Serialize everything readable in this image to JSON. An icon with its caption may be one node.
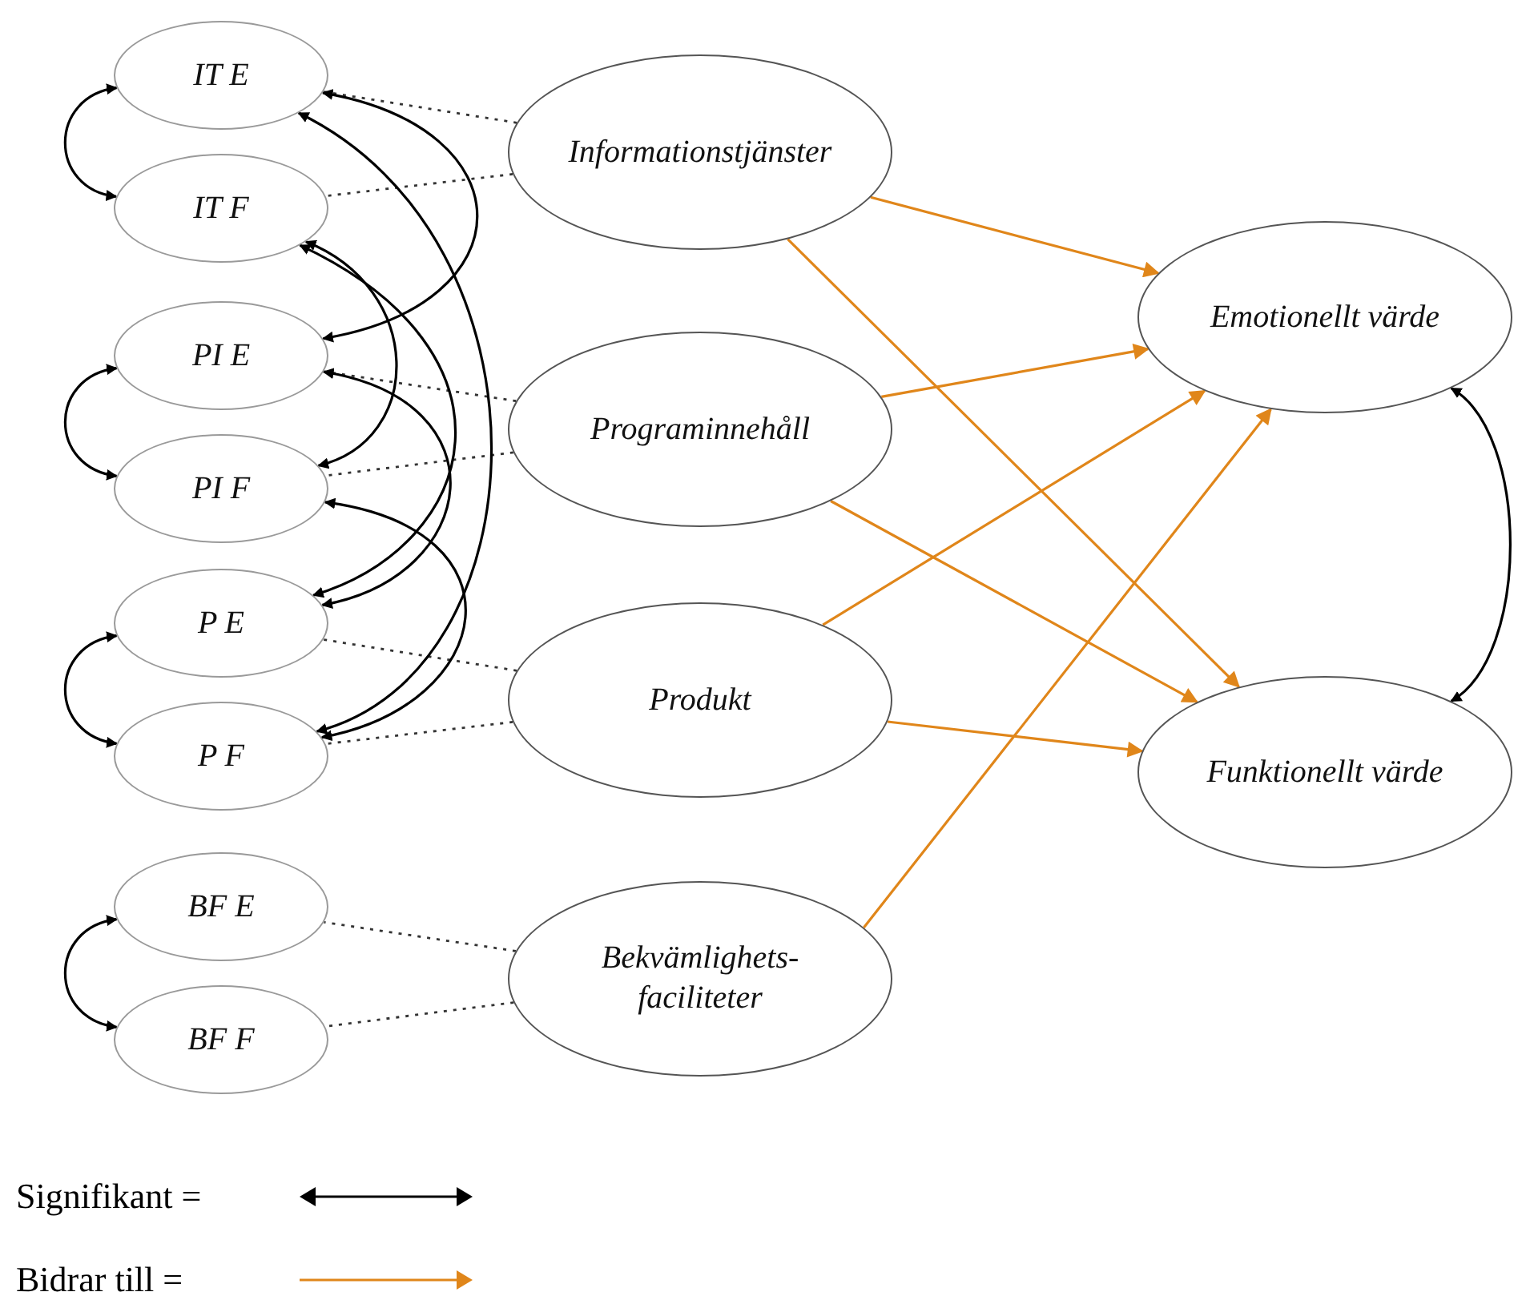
{
  "diagram": {
    "nodes": [
      {
        "text": [
          "IT E"
        ]
      },
      {
        "text": [
          "IT F"
        ]
      },
      {
        "text": [
          "PI E"
        ]
      },
      {
        "text": [
          "PI F"
        ]
      },
      {
        "text": [
          "P E"
        ]
      },
      {
        "text": [
          "P F"
        ]
      },
      {
        "text": [
          "BF E"
        ]
      },
      {
        "text": [
          "BF F"
        ]
      },
      {
        "text": [
          "Informationstjänster"
        ]
      },
      {
        "text": [
          "Programinnehåll"
        ]
      },
      {
        "text": [
          "Produkt"
        ]
      },
      {
        "text": [
          "Bekvämlighets- faciliteter"
        ]
      },
      {
        "text": [
          "Emotionellt värde"
        ]
      },
      {
        "text": [
          "Funktionellt värde"
        ]
      }
    ],
    "edges": [
      {
        "from": 8,
        "to": 0,
        "arrow": "none",
        "style": "dashed"
      },
      {
        "from": 8,
        "to": 1,
        "arrow": "none",
        "style": "dashed"
      },
      {
        "from": 9,
        "to": 2,
        "arrow": "none",
        "style": "dashed"
      },
      {
        "from": 9,
        "to": 3,
        "arrow": "none",
        "style": "dashed"
      },
      {
        "from": 10,
        "to": 4,
        "arrow": "none",
        "style": "dashed"
      },
      {
        "from": 10,
        "to": 5,
        "arrow": "none",
        "style": "dashed"
      },
      {
        "from": 11,
        "to": 6,
        "arrow": "none",
        "style": "dashed"
      },
      {
        "from": 11,
        "to": 7,
        "arrow": "none",
        "style": "dashed"
      },
      {
        "from": 8,
        "to": 12,
        "arrow": "to",
        "color": "#e0861a"
      },
      {
        "from": 8,
        "to": 13,
        "arrow": "to",
        "color": "#e0861a"
      },
      {
        "from": 9,
        "to": 12,
        "arrow": "to",
        "color": "#e0861a"
      },
      {
        "from": 9,
        "to": 13,
        "arrow": "to",
        "color": "#e0861a"
      },
      {
        "from": 10,
        "to": 12,
        "arrow": "to",
        "color": "#e0861a"
      },
      {
        "from": 10,
        "to": 13,
        "arrow": "to",
        "color": "#e0861a"
      },
      {
        "from": 11,
        "to": 12,
        "arrow": "to",
        "color": "#e0861a"
      },
      {
        "from": 0,
        "to": 1,
        "arrow": "both"
      },
      {
        "from": 2,
        "to": 3,
        "arrow": "both"
      },
      {
        "from": 4,
        "to": 5,
        "arrow": "both"
      },
      {
        "from": 6,
        "to": 7,
        "arrow": "both"
      },
      {
        "from": 0,
        "to": 2,
        "arrow": "both"
      },
      {
        "from": 0,
        "to": 5,
        "arrow": "both"
      },
      {
        "from": 1,
        "to": 3,
        "arrow": "both"
      },
      {
        "from": 1,
        "to": 4,
        "arrow": "both"
      },
      {
        "from": 2,
        "to": 4,
        "arrow": "both"
      },
      {
        "from": 3,
        "to": 5,
        "arrow": "both"
      },
      {
        "from": 12,
        "to": 13,
        "arrow": "both"
      }
    ],
    "legend": [
      {
        "text": "Signifikant ="
      },
      {
        "text": "Bidrar till ="
      }
    ]
  }
}
